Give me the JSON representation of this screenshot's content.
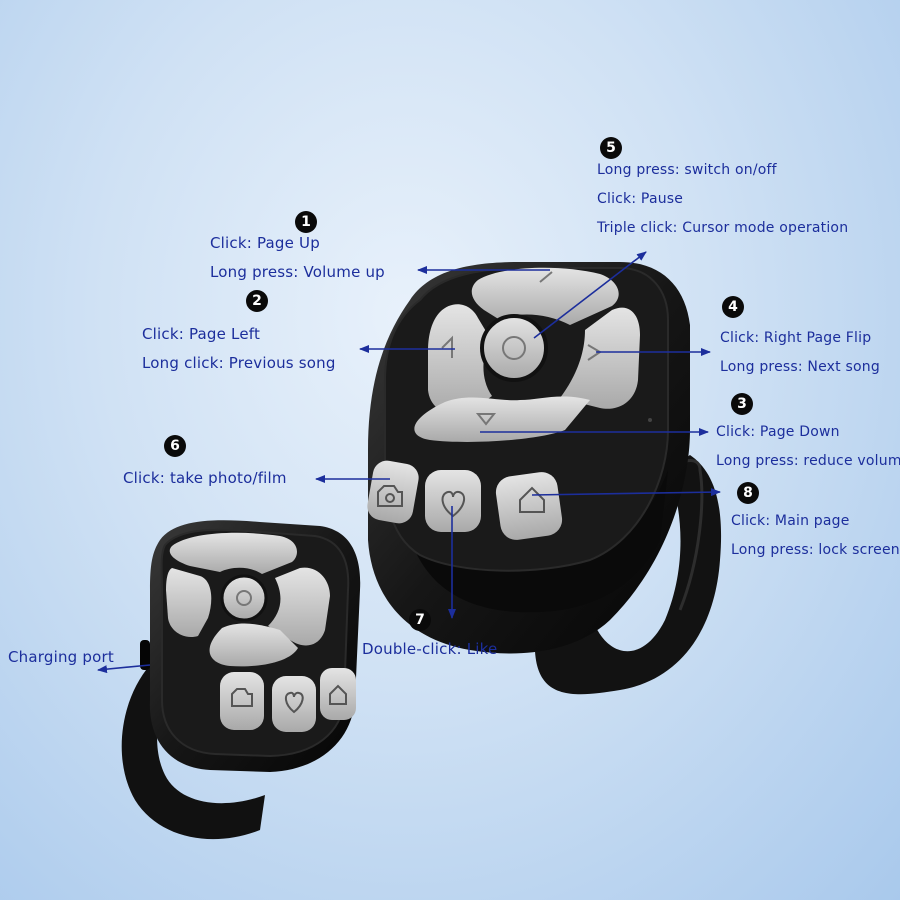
{
  "callouts": [
    {
      "id": "1",
      "lines": [
        "Click: Page Up",
        "Long press: Volume up"
      ]
    },
    {
      "id": "2",
      "lines": [
        "Click: Page Left",
        "Long click: Previous song"
      ]
    },
    {
      "id": "3",
      "lines": [
        "Click: Page Down",
        "Long press: reduce volume"
      ]
    },
    {
      "id": "4",
      "lines": [
        "Click: Right Page Flip",
        "Long press: Next song"
      ]
    },
    {
      "id": "5",
      "lines": [
        "Long press: switch on/off",
        "Click: Pause",
        "Triple click: Cursor mode operation"
      ]
    },
    {
      "id": "6",
      "lines": [
        "Click: take photo/film"
      ]
    },
    {
      "id": "7",
      "lines": [
        "Double-click: Like"
      ]
    },
    {
      "id": "8",
      "lines": [
        "Click: Main page",
        "Long press: lock screen"
      ]
    }
  ],
  "charging_port_label": "Charging port",
  "colors": {
    "text": "#1c2e9c",
    "arrow": "#1c2e9c",
    "body": "#141414",
    "buttons": "#c9c9c9"
  }
}
